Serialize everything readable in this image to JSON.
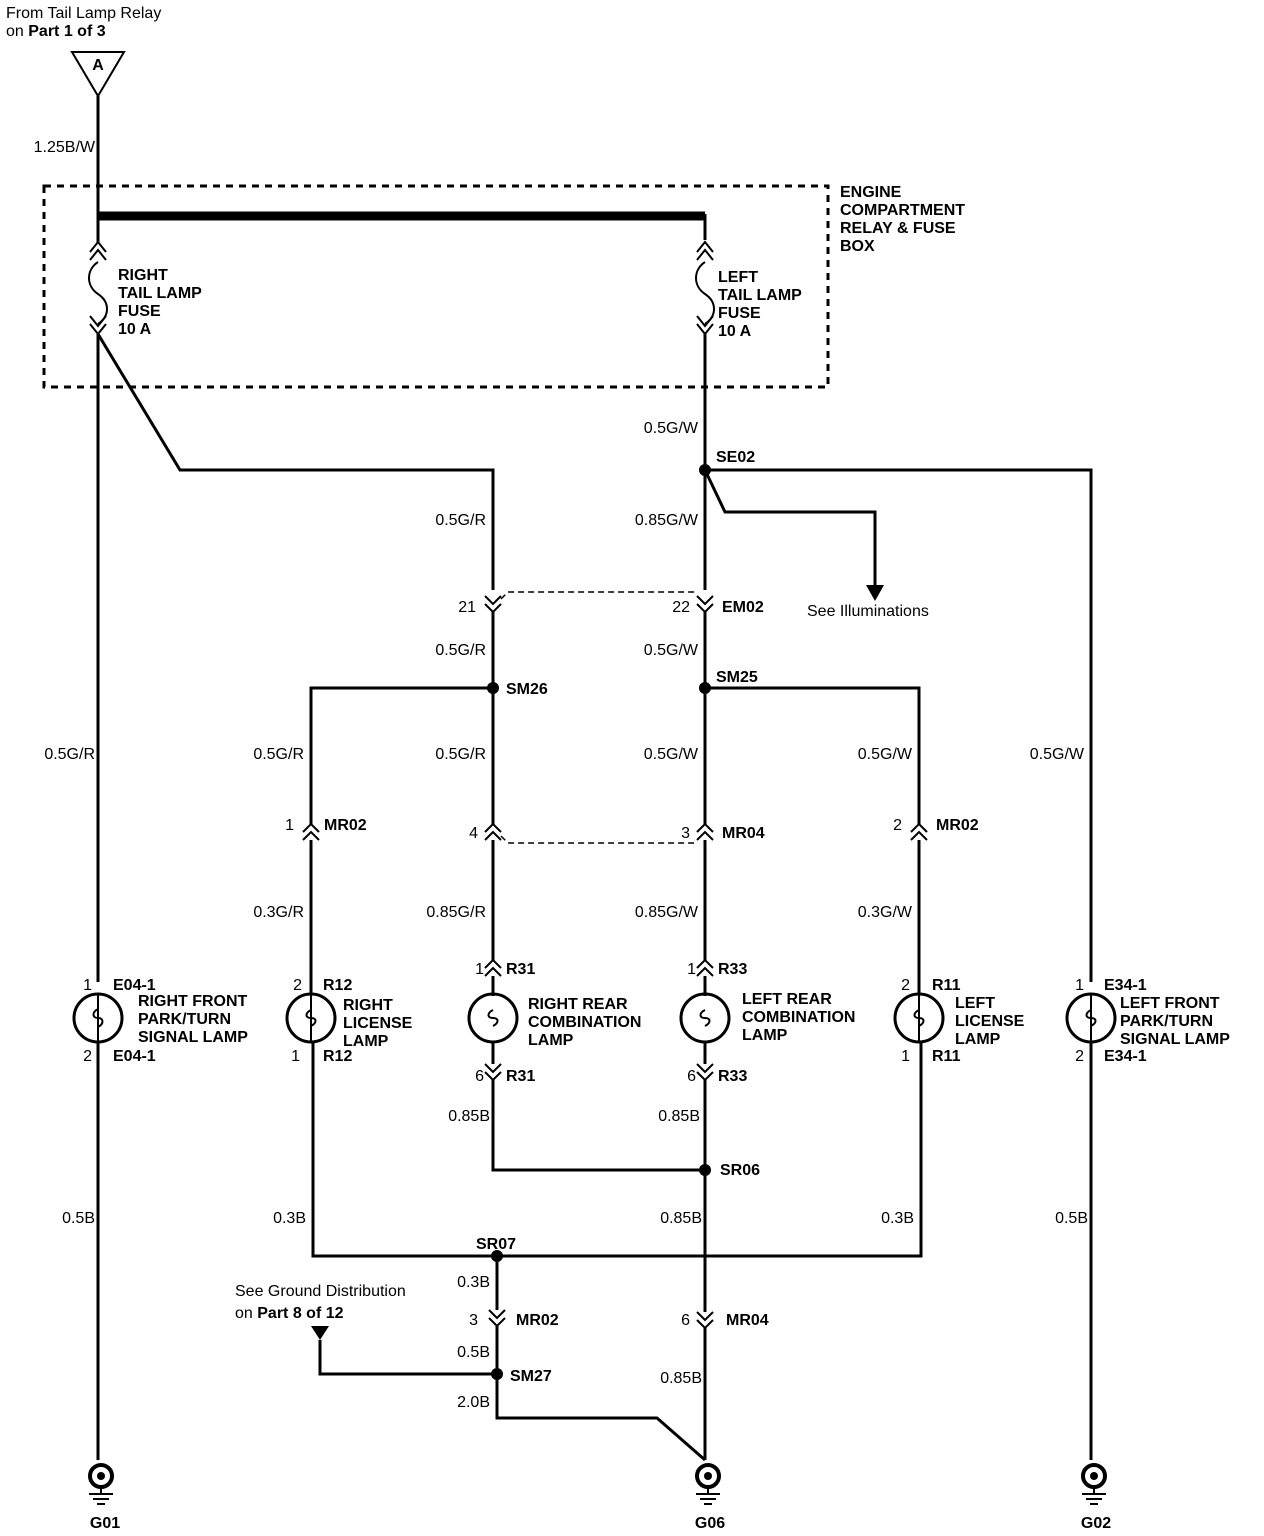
{
  "header": {
    "line1": "From Tail Lamp Relay",
    "line2_prefix": "on",
    "line2_ref": "Part 1 of 3",
    "connector": "A"
  },
  "box_label": [
    "ENGINE",
    "COMPARTMENT",
    "RELAY & FUSE",
    "BOX"
  ],
  "fuses": {
    "right": [
      "RIGHT",
      "TAIL LAMP",
      "FUSE",
      "10 A"
    ],
    "left": [
      "LEFT",
      "TAIL LAMP",
      "FUSE",
      "10 A"
    ]
  },
  "wires": {
    "main_feed": "1.25B/W",
    "left_fuse_out": "0.5G/W",
    "se02_down": "0.85G/W",
    "right_fuse_down": "0.5G/R",
    "em02_right_out": "0.5G/R",
    "em02_left_out": "0.5G/W",
    "right_front_feed": "0.5G/R",
    "right_license_feed": "0.5G/R",
    "sm26_down": "0.5G/R",
    "sm25_down": "0.5G/W",
    "left_license_feed": "0.5G/W",
    "left_front_feed": "0.5G/W",
    "mr02_1_out": "0.3G/R",
    "mr04_4_out": "0.85G/R",
    "mr04_3_out": "0.85G/W",
    "mr02_2_out": "0.3G/W",
    "r31_ground": "0.85B",
    "r33_ground": "0.85B",
    "g01_wire": "0.5B",
    "r12_ground": "0.3B",
    "sr06_down": "0.85B",
    "r11_ground": "0.3B",
    "g02_wire": "0.5B",
    "sr07_down": "0.3B",
    "mr02_3_out": "0.5B",
    "sm27_out": "2.0B",
    "mr04_6_out": "0.85B"
  },
  "splices": {
    "se02": "SE02",
    "sm26": "SM26",
    "sm25": "SM25",
    "sr06": "SR06",
    "sr07": "SR07",
    "sm27": "SM27"
  },
  "connectors": {
    "em02_right_pin": "21",
    "em02_left_pin": "22",
    "em02": "EM02",
    "mr02_pin1": "1",
    "mr02_pin2": "2",
    "mr02_pin3": "3",
    "mr02": "MR02",
    "mr04_pin4": "4",
    "mr04_pin3": "3",
    "mr04_pin6": "6",
    "mr04": "MR04"
  },
  "illuminations_ref": "See Illuminations",
  "ground_ref": {
    "line1": "See Ground Distribution",
    "line2_prefix": "on",
    "line2_ref": "Part 8 of 12"
  },
  "lamps": {
    "right_front": {
      "pin_top": "1",
      "conn_top": "E04-1",
      "pin_bottom": "2",
      "conn_bottom": "E04-1",
      "name": [
        "RIGHT FRONT",
        "PARK/TURN",
        "SIGNAL LAMP"
      ]
    },
    "right_license": {
      "pin_top": "2",
      "conn_top": "R12",
      "pin_bottom": "1",
      "conn_bottom": "R12",
      "name": [
        "RIGHT",
        "LICENSE",
        "LAMP"
      ]
    },
    "right_rear": {
      "pin_top": "1",
      "conn_top": "R31",
      "pin_bottom": "6",
      "conn_bottom": "R31",
      "name": [
        "RIGHT REAR",
        "COMBINATION",
        "LAMP"
      ]
    },
    "left_rear": {
      "pin_top": "1",
      "conn_top": "R33",
      "pin_bottom": "6",
      "conn_bottom": "R33",
      "name": [
        "LEFT REAR",
        "COMBINATION",
        "LAMP"
      ]
    },
    "left_license": {
      "pin_top": "2",
      "conn_top": "R11",
      "pin_bottom": "1",
      "conn_bottom": "R11",
      "name": [
        "LEFT",
        "LICENSE",
        "LAMP"
      ]
    },
    "left_front": {
      "pin_top": "1",
      "conn_top": "E34-1",
      "pin_bottom": "2",
      "conn_bottom": "E34-1",
      "name": [
        "LEFT FRONT",
        "PARK/TURN",
        "SIGNAL LAMP"
      ]
    }
  },
  "grounds": {
    "g01": "G01",
    "g06": "G06",
    "g02": "G02"
  }
}
